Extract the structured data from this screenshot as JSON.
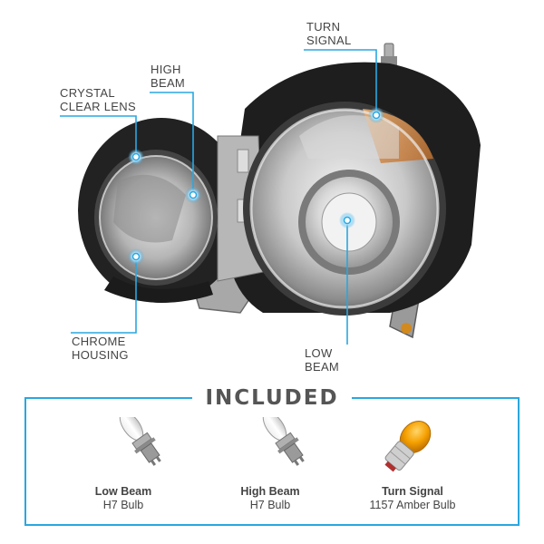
{
  "callouts": {
    "turn_signal": [
      "TURN",
      "SIGNAL"
    ],
    "high_beam": [
      "HIGH",
      "BEAM"
    ],
    "lens": [
      "CRYSTAL",
      "CLEAR LENS"
    ],
    "housing": [
      "CHROME",
      "HOUSING"
    ],
    "low_beam": [
      "LOW",
      "BEAM"
    ]
  },
  "included": {
    "title": "INCLUDED",
    "items": [
      {
        "name": "Low Beam",
        "type": "H7 Bulb",
        "icon": "h7-bulb-icon"
      },
      {
        "name": "High Beam",
        "type": "H7 Bulb",
        "icon": "h7-bulb-icon"
      },
      {
        "name": "Turn Signal",
        "type": "1157 Amber Bulb",
        "icon": "amber-bulb-icon"
      }
    ]
  },
  "colors": {
    "accent": "#29a7e1",
    "housing": "#1c1c1c",
    "amber": "#f5a000"
  }
}
